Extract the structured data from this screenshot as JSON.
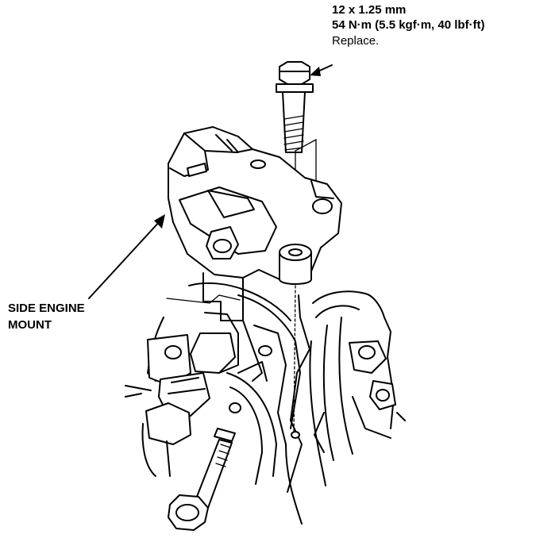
{
  "callouts": {
    "bolt_spec": {
      "size": "12 x 1.25 mm",
      "torque": "54 N·m (5.5 kgf·m, 40 lbf·ft)",
      "note": "Replace."
    },
    "part_label": {
      "line1": "SIDE ENGINE",
      "line2": "MOUNT"
    }
  }
}
